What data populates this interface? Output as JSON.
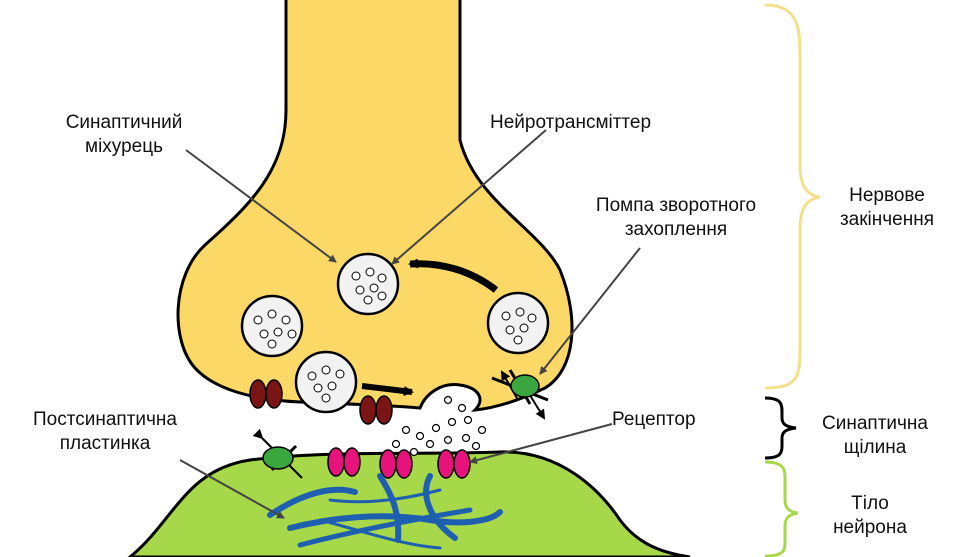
{
  "labels": {
    "vesicle": [
      "Синаптичний",
      "міхурець"
    ],
    "neurotransmitter": "Нейротрансміттер",
    "reuptake_pump": [
      "Помпа зворотного",
      "захоплення"
    ],
    "postsynaptic_plate": [
      "Постсинаптична",
      "пластинка"
    ],
    "receptor": "Рецептор",
    "nerve_ending": [
      "Нервове",
      "закінчення"
    ],
    "synaptic_cleft": [
      "Синаптична",
      "щілина"
    ],
    "neuron_body": [
      "Тіло",
      "нейрона"
    ]
  },
  "colors": {
    "axon_terminal": "#fcd966",
    "neuron_body": "#a6d84a",
    "receptor": "#e8127c",
    "channel": "#7b1515",
    "pump": "#3aa640",
    "fibers": "#1f5fb0",
    "brace_top": "#f5e08a",
    "brace_middle": "#000000",
    "brace_bottom": "#a6d84a"
  }
}
